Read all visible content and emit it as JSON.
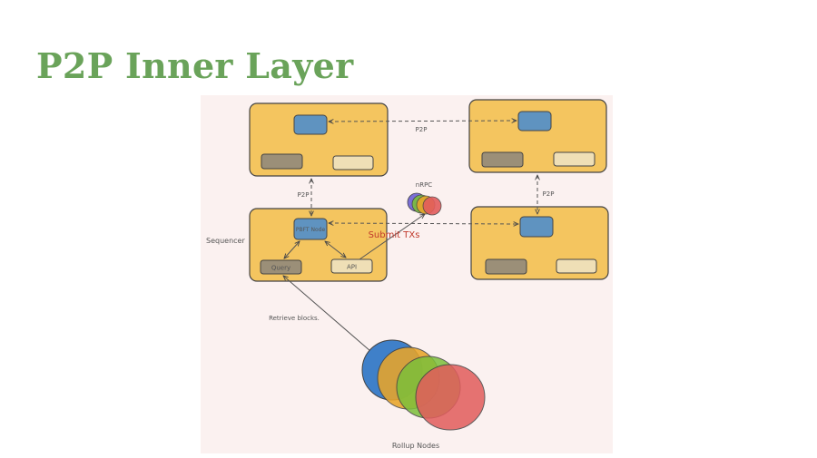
{
  "slide": {
    "title": "P2P Inner Layer"
  },
  "diagram": {
    "labels": {
      "p2p_top": "P2P",
      "p2p_left": "P2P",
      "p2p_right": "P2P",
      "sequencer": "Sequencer",
      "pbft_node": "PBFT Node",
      "query": "Query",
      "api": "API",
      "rpc": "nRPC",
      "submit_txs": "Submit TXs",
      "retrieve_blocks": "Retrieve blocks.",
      "rollup_nodes": "Rollup Nodes"
    },
    "colors": {
      "node_box": "#f4c55f",
      "node_border": "#444444",
      "p2p_module": "#5f93c0",
      "query_module": "#9b8f78",
      "api_module": "#efdfb6",
      "submit_text": "#c0392b",
      "title": "#6aa35a",
      "rollup_blue": "#3f80c9",
      "rollup_orange": "#e8a52a",
      "rollup_green": "#7cbf3a",
      "rollup_red": "#e25c5c"
    }
  }
}
